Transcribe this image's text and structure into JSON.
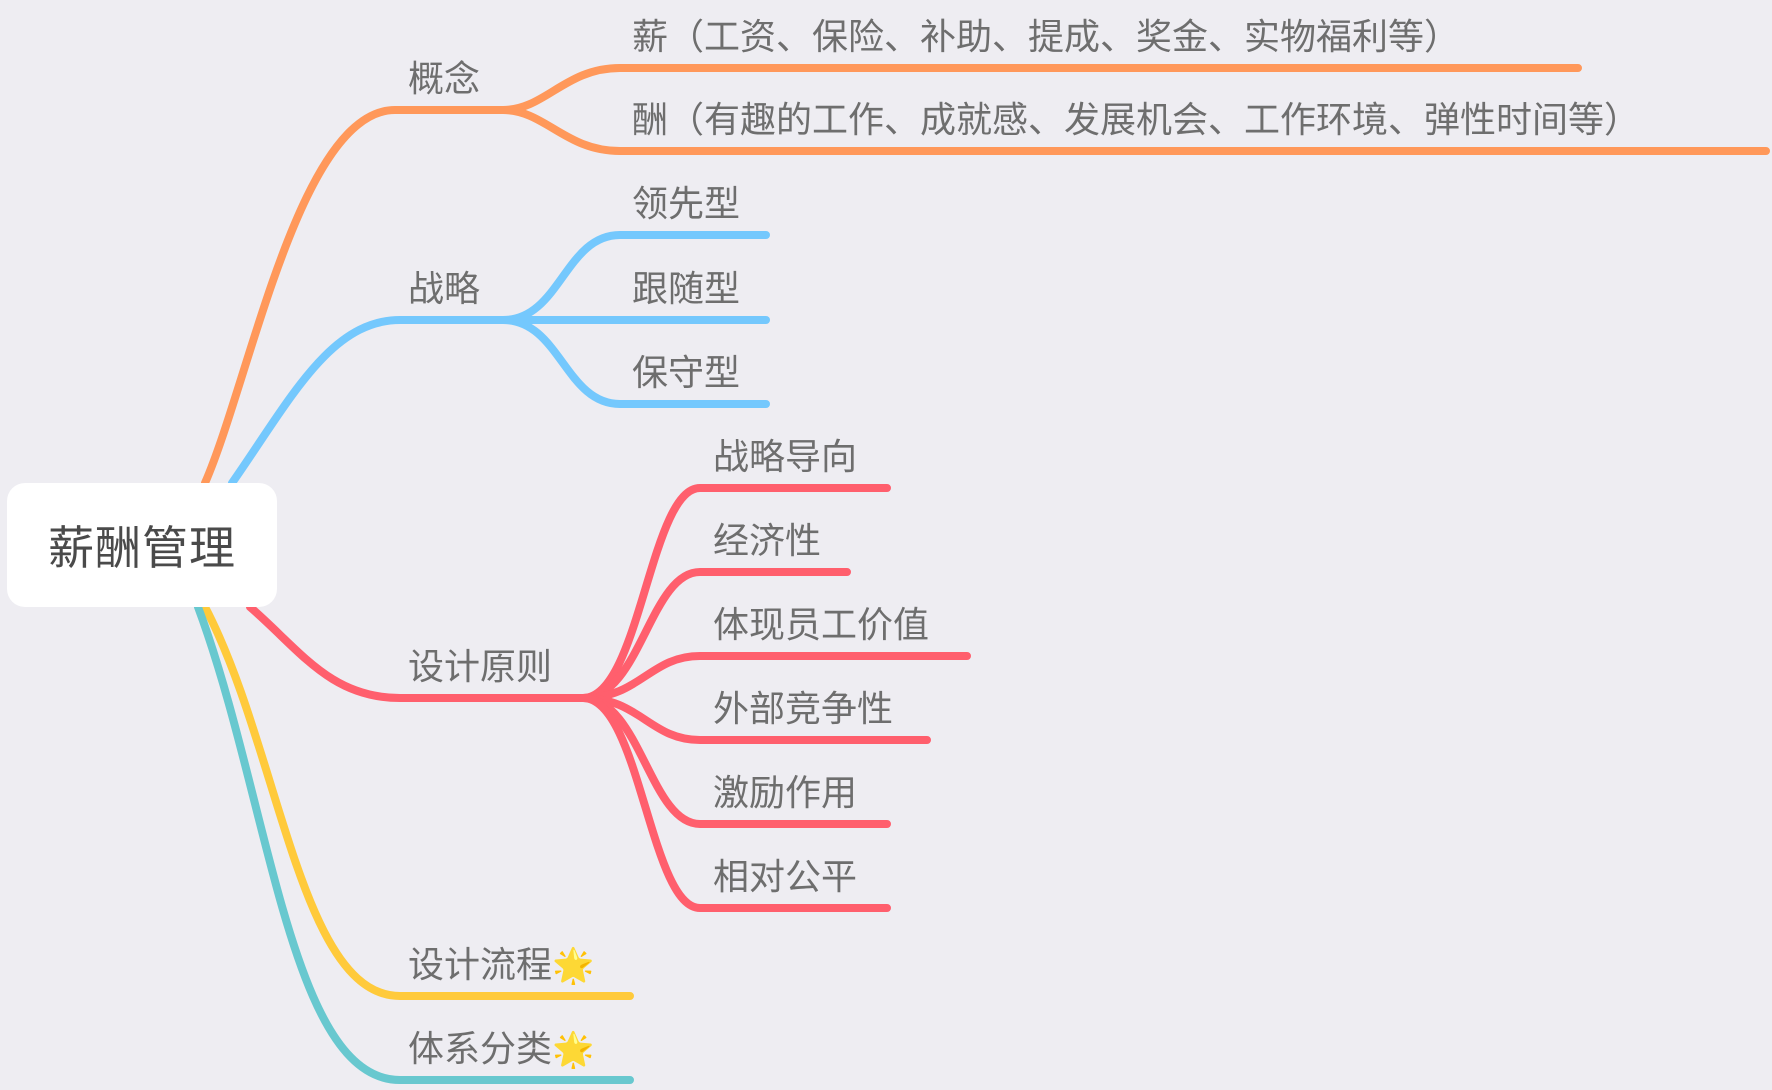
{
  "root": {
    "label": "薪酬管理"
  },
  "colors": {
    "background": "#EEEDF2",
    "concept": "#FF985A",
    "strategy": "#74C8FD",
    "principles": "#FF5F6D",
    "process": "#FFCA3B",
    "classification": "#68C8CF",
    "text": "#6E6E6E"
  },
  "branches": [
    {
      "label": "概念",
      "color": "#FF985A",
      "children": [
        {
          "label": "薪（工资、保险、补助、提成、奖金、实物福利等）"
        },
        {
          "label": "酬（有趣的工作、成就感、发展机会、工作环境、弹性时间等）"
        }
      ]
    },
    {
      "label": "战略",
      "color": "#74C8FD",
      "children": [
        {
          "label": "领先型"
        },
        {
          "label": "跟随型"
        },
        {
          "label": "保守型"
        }
      ]
    },
    {
      "label": "设计原则",
      "color": "#FF5F6D",
      "children": [
        {
          "label": "战略导向"
        },
        {
          "label": "经济性"
        },
        {
          "label": "体现员工价值"
        },
        {
          "label": "外部竞争性"
        },
        {
          "label": "激励作用"
        },
        {
          "label": "相对公平"
        }
      ]
    },
    {
      "label": "设计流程",
      "color": "#FFCA3B",
      "icon": "🌟",
      "icon_name": "glowing-star-icon"
    },
    {
      "label": "体系分类",
      "color": "#68C8CF",
      "icon": "🌟",
      "icon_name": "glowing-star-icon"
    }
  ]
}
